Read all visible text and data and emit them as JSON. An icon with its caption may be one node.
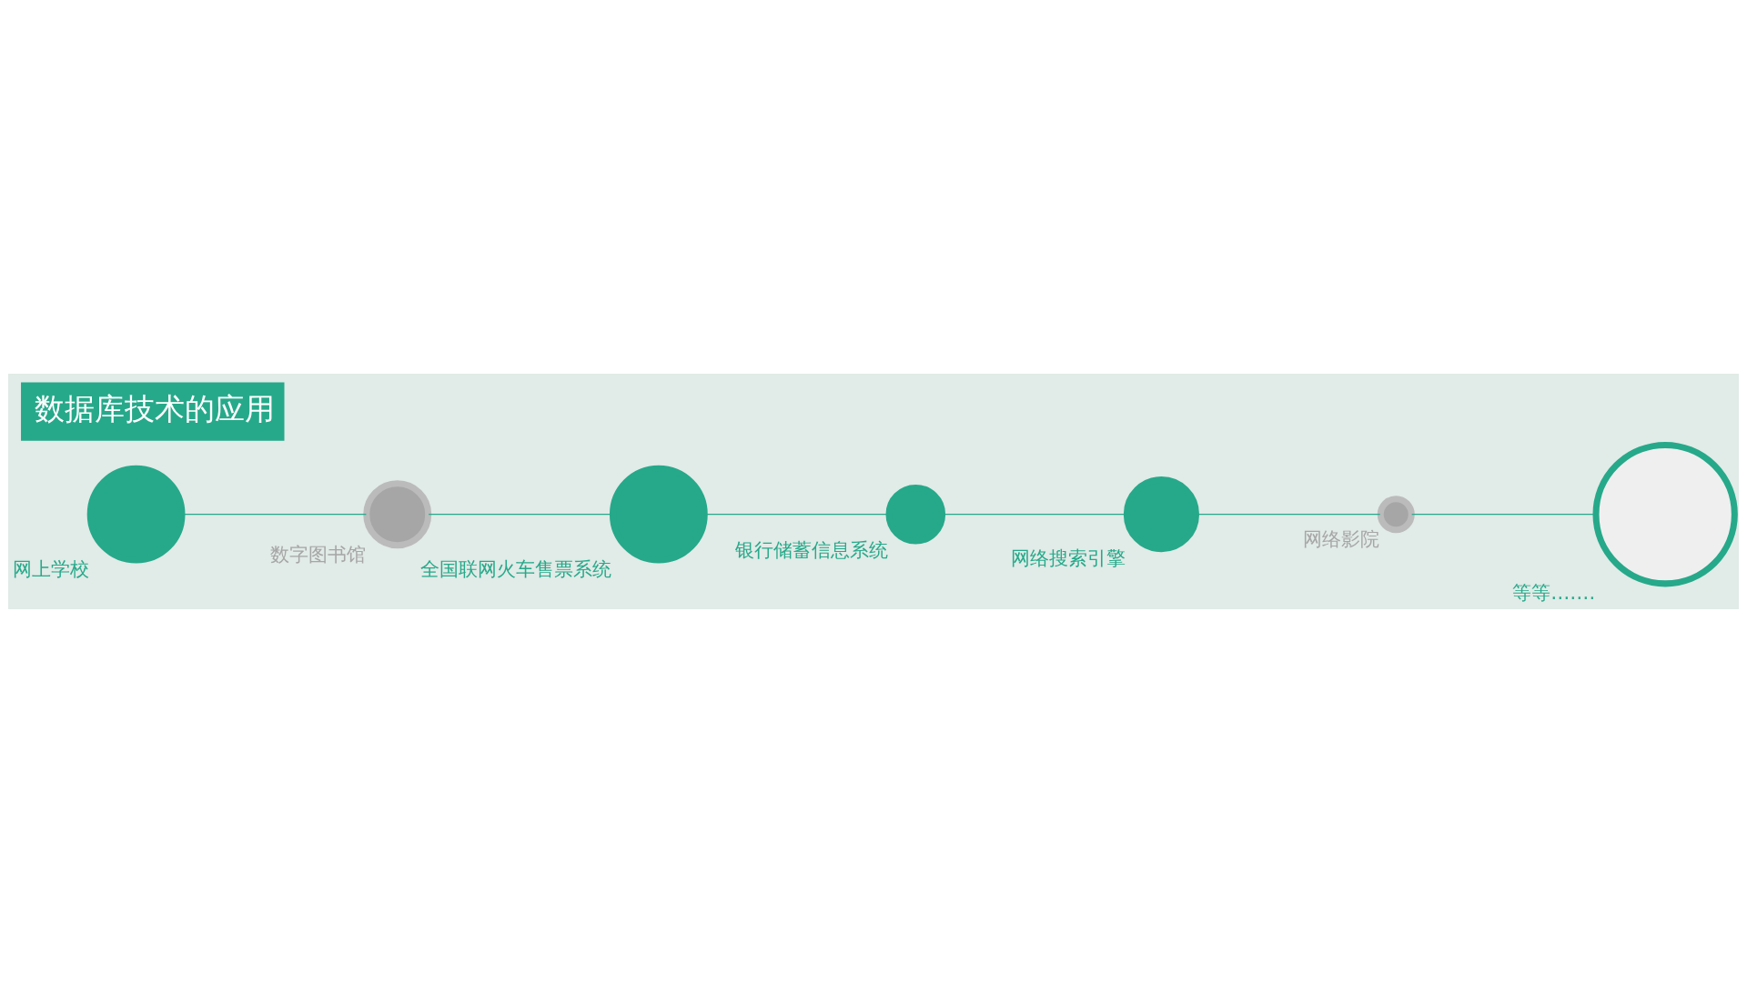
{
  "diagram": {
    "title": "数据库技术的应用",
    "nodes": [
      {
        "text": [],
        "shape": "circle",
        "beside": [
          "网上学校"
        ]
      },
      {
        "text": [],
        "shape": "circle",
        "beside": [
          "数字图书馆"
        ]
      },
      {
        "text": [],
        "shape": "circle",
        "beside": [
          "全国联网火车售票系统"
        ]
      },
      {
        "text": [],
        "shape": "circle",
        "beside": [
          "银行储蓄信息系统"
        ]
      },
      {
        "text": [],
        "shape": "circle",
        "beside": [
          "网络搜索引擎"
        ]
      },
      {
        "text": [],
        "shape": "circle",
        "beside": [
          "网络影院"
        ]
      },
      {
        "text": [],
        "shape": "circle",
        "beside": [
          "等等……."
        ]
      }
    ],
    "edges": [
      {
        "from": 0,
        "to": 1,
        "arrow": "none"
      },
      {
        "from": 1,
        "to": 2,
        "arrow": "none"
      },
      {
        "from": 2,
        "to": 3,
        "arrow": "none"
      },
      {
        "from": 3,
        "to": 4,
        "arrow": "none"
      },
      {
        "from": 4,
        "to": 5,
        "arrow": "none"
      },
      {
        "from": 5,
        "to": 6,
        "arrow": "none"
      }
    ]
  }
}
